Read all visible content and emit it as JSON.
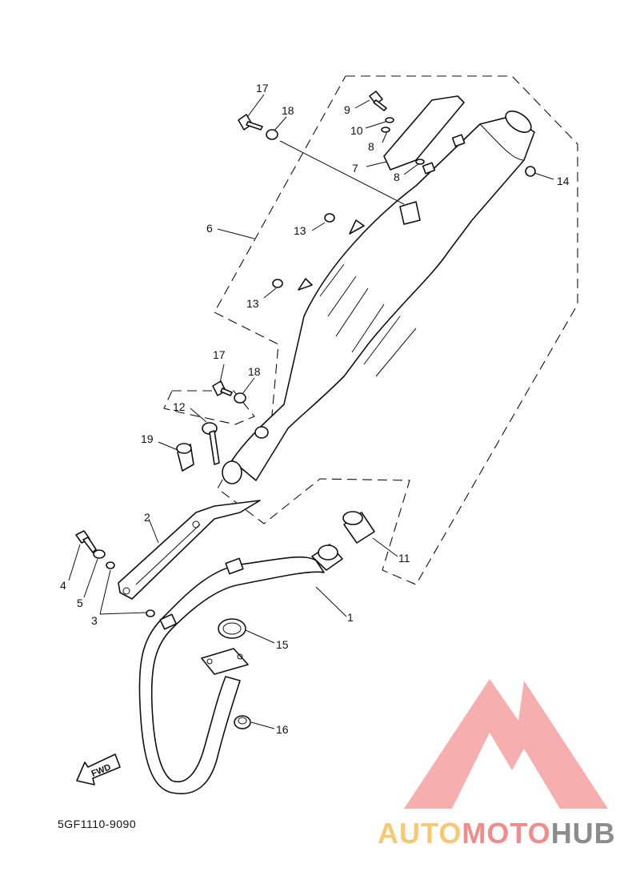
{
  "diagram": {
    "ref_code": "5GF1110-9090",
    "fwd_label": "FWD",
    "callouts": [
      {
        "id": "c17a",
        "text": "17"
      },
      {
        "id": "c18a",
        "text": "18"
      },
      {
        "id": "c9",
        "text": "9"
      },
      {
        "id": "c10",
        "text": "10"
      },
      {
        "id": "c8a",
        "text": "8"
      },
      {
        "id": "c7",
        "text": "7"
      },
      {
        "id": "c8b",
        "text": "8"
      },
      {
        "id": "c14",
        "text": "14"
      },
      {
        "id": "c6",
        "text": "6"
      },
      {
        "id": "c13a",
        "text": "13"
      },
      {
        "id": "c13b",
        "text": "13"
      },
      {
        "id": "c17b",
        "text": "17"
      },
      {
        "id": "c18b",
        "text": "18"
      },
      {
        "id": "c12",
        "text": "12"
      },
      {
        "id": "c19",
        "text": "19"
      },
      {
        "id": "c2",
        "text": "2"
      },
      {
        "id": "c4",
        "text": "4"
      },
      {
        "id": "c5",
        "text": "5"
      },
      {
        "id": "c3",
        "text": "3"
      },
      {
        "id": "c11",
        "text": "11"
      },
      {
        "id": "c1",
        "text": "1"
      },
      {
        "id": "c15",
        "text": "15"
      },
      {
        "id": "c16",
        "text": "16"
      }
    ]
  },
  "watermark": {
    "part1": "AUTO",
    "part2": "MOTO",
    "part3": "HUB",
    "colors": {
      "auto": "#f7c873",
      "moto": "#f28c8c",
      "hub": "#8c8c8c",
      "logo": "#f5a0a0"
    }
  }
}
